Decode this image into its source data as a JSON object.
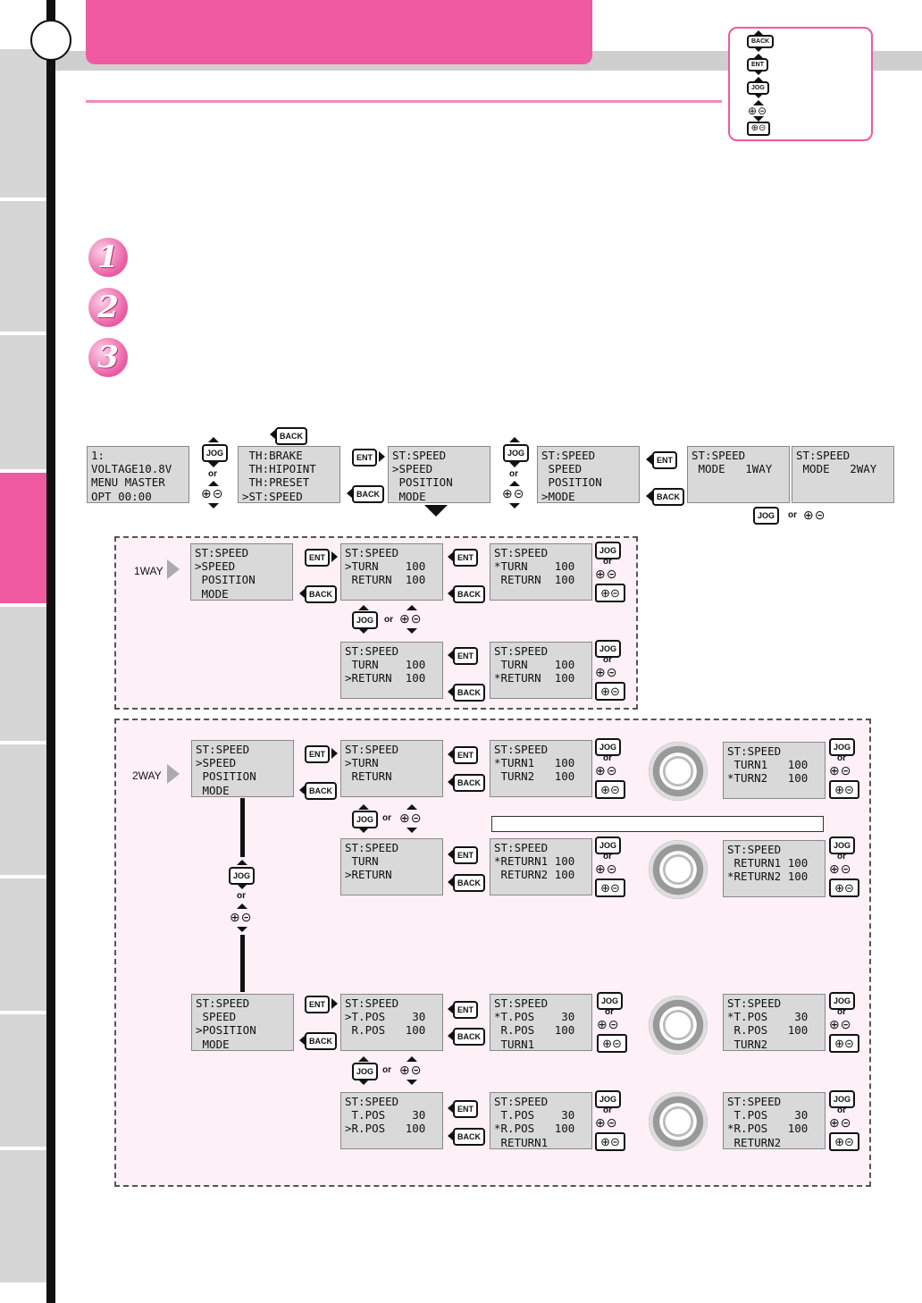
{
  "legend": {
    "items": [
      "BACK",
      "ENT",
      "JOG",
      "⊕⊝",
      "⊕⊝"
    ]
  },
  "steps": [
    "1",
    "2",
    "3"
  ],
  "keys": {
    "back": "BACK",
    "ent": "ENT",
    "jog": "JOG",
    "or": "or",
    "pm": "⊕⊝"
  },
  "way_labels": {
    "one": "1WAY",
    "two": "2WAY"
  },
  "screens": {
    "home": "1:\nVOLTAGE10.8V\nMENU MASTER\nOPT 00:00",
    "th_menu": " TH:BRAKE\n TH:HIPOINT\n TH:PRESET\n>ST:SPEED",
    "st_speed": "ST:SPEED\n>SPEED\n POSITION\n MODE",
    "st_mode_sel": "ST:SPEED\n SPEED\n POSITION\n>MODE",
    "mode_1way": "ST:SPEED\n MODE   1WAY",
    "mode_2way": "ST:SPEED\n MODE   2WAY",
    "w1_speed": "ST:SPEED\n>SPEED\n POSITION\n MODE",
    "w1_turn": "ST:SPEED\n>TURN    100\n RETURN  100",
    "w1_turn_edit": "ST:SPEED\n*TURN    100\n RETURN  100",
    "w1_return": "ST:SPEED\n TURN    100\n>RETURN  100",
    "w1_return_edit": "ST:SPEED\n TURN    100\n*RETURN  100",
    "w2_speed": "ST:SPEED\n>SPEED\n POSITION\n MODE",
    "w2_turn": "ST:SPEED\n>TURN\n RETURN",
    "w2_turn1_edit": "ST:SPEED\n*TURN1   100\n TURN2   100",
    "w2_turn2_edit": "ST:SPEED\n TURN1   100\n*TURN2   100",
    "w2_return": "ST:SPEED\n TURN\n>RETURN",
    "w2_return1_edit": "ST:SPEED\n*RETURN1 100\n RETURN2 100",
    "w2_return2_edit": "ST:SPEED\n RETURN1 100\n*RETURN2 100",
    "w2_position": "ST:SPEED\n SPEED\n>POSITION\n MODE",
    "w2_tpos": "ST:SPEED\n>T.POS    30\n R.POS   100",
    "w2_tpos_edit1": "ST:SPEED\n*T.POS    30\n R.POS   100\n TURN1",
    "w2_tpos_edit2": "ST:SPEED\n*T.POS    30\n R.POS   100\n TURN2",
    "w2_rpos": "ST:SPEED\n T.POS    30\n>R.POS   100",
    "w2_rpos_edit1": "ST:SPEED\n T.POS    30\n*R.POS   100\n RETURN1",
    "w2_rpos_edit2": "ST:SPEED\n T.POS    30\n*R.POS   100\n RETURN2"
  }
}
